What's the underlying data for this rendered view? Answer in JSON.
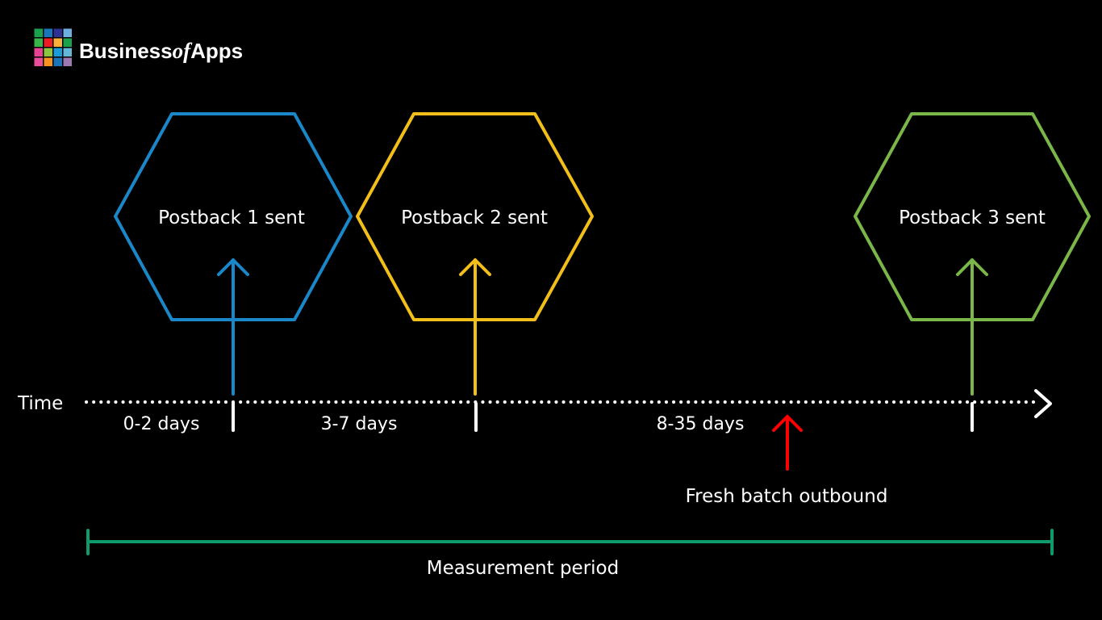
{
  "brand": {
    "name_part1": "Business",
    "name_part2": "of",
    "name_part3": "Apps",
    "logo_colors": [
      "#1aa14b",
      "#1b75bc",
      "#2e3192",
      "#6db0e0",
      "#39b54a",
      "#ed1c24",
      "#fbb03b",
      "#1aa14b",
      "#e84393",
      "#8cc63f",
      "#1b9bd7",
      "#62b8d6",
      "#e94e9b",
      "#f7931e",
      "#1b75bc",
      "#9e77b5"
    ]
  },
  "timeline": {
    "axis_label": "Time",
    "segments": [
      "0-2 days",
      "3-7 days",
      "8-35 days"
    ],
    "postbacks": [
      {
        "label": "Postback 1 sent",
        "color": "#1a87c9"
      },
      {
        "label": "Postback 2 sent",
        "color": "#f2be1a"
      },
      {
        "label": "Postback 3 sent",
        "color": "#7ab648"
      }
    ],
    "event": {
      "label": "Fresh batch outbound",
      "color": "#ff0000"
    }
  },
  "period": {
    "label": "Measurement period",
    "color": "#0f9a6a"
  }
}
